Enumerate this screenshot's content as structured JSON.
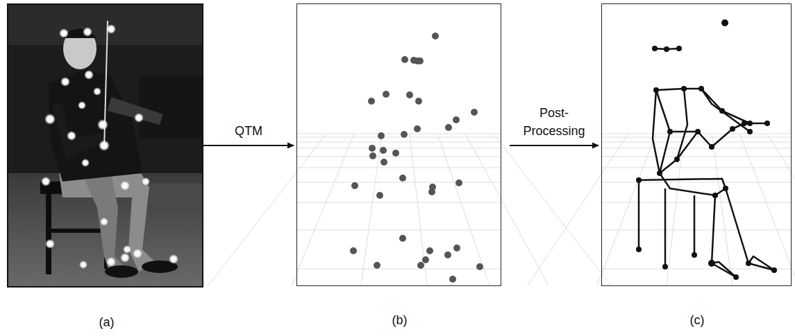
{
  "diagram": {
    "nodes": [
      {
        "text": [
          "(a)"
        ]
      },
      {
        "text": [
          "(b)"
        ]
      },
      {
        "text": [
          "(c)"
        ]
      }
    ],
    "edges": [
      {
        "from": 0,
        "to": 1,
        "arrow": "to",
        "label": "QTM"
      },
      {
        "from": 1,
        "to": 2,
        "arrow": "to",
        "label": "Post- Processing"
      }
    ]
  }
}
